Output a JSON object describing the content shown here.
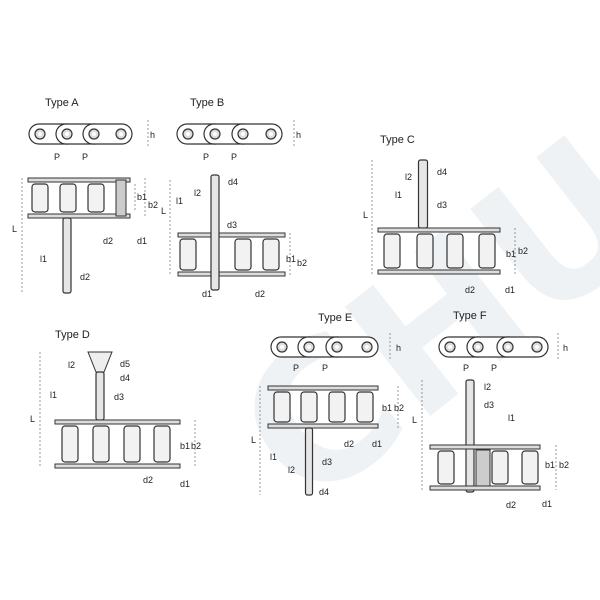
{
  "watermark": "CHUC",
  "colors": {
    "line": "#333333",
    "roller": "#f2f2f2",
    "watermark": "#eef2f4"
  },
  "types": {
    "a": {
      "title": "Type A",
      "h": "h",
      "p1": "P",
      "p2": "P",
      "b1": "b1",
      "b2": "b2",
      "L": "L",
      "l1": "l1",
      "d2a": "d2",
      "d2b": "d2",
      "d1": "d1"
    },
    "b": {
      "title": "Type B",
      "h": "h",
      "p1": "P",
      "p2": "P",
      "d4": "d4",
      "l2": "l2",
      "l1": "l1",
      "d3": "d3",
      "L": "L",
      "b1": "b1",
      "b2": "b2",
      "d1": "d1",
      "d2": "d2"
    },
    "c": {
      "title": "Type C",
      "d4": "d4",
      "l2": "l2",
      "l1": "l1",
      "d3": "d3",
      "L": "L",
      "b1": "b1",
      "b2": "b2",
      "d2": "d2",
      "d1": "d1"
    },
    "d": {
      "title": "Type D",
      "d5": "d5",
      "d4": "d4",
      "l2": "l2",
      "d3": "d3",
      "l1": "l1",
      "L": "L",
      "b1": "b1",
      "b2": "b2",
      "d2": "d2",
      "d1": "d1"
    },
    "e": {
      "title": "Type E",
      "h": "h",
      "p1": "P",
      "p2": "P",
      "b1": "b1",
      "b2": "b2",
      "d2": "d2",
      "d1": "d1",
      "l1": "l1",
      "l2": "l2",
      "d3": "d3",
      "d4": "d4",
      "L": "L"
    },
    "f": {
      "title": "Type F",
      "h": "h",
      "p1": "P",
      "p2": "P",
      "l2": "l2",
      "d3": "d3",
      "l1": "l1",
      "L": "L",
      "b1": "b1",
      "b2": "b2",
      "d2": "d2",
      "d1": "d1"
    }
  }
}
